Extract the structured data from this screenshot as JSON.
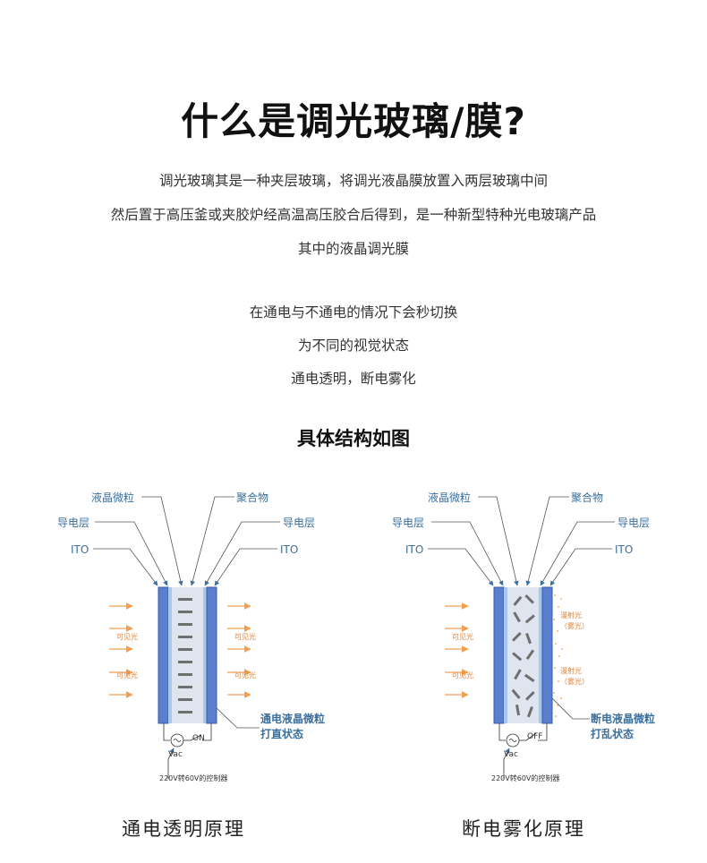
{
  "title": "什么是调光玻璃/膜?",
  "intro_lines": [
    "调光玻璃其是一种夹层玻璃，将调光液晶膜放置入两层玻璃中间",
    "然后置于高压釜或夹胶炉经高温高压胶合后得到，是一种新型特种光电玻璃产品",
    "其中的液晶调光膜"
  ],
  "state_lines": [
    "在通电与不通电的情况下会秒切换",
    "为不同的视觉状态",
    "通电透明，断电雾化"
  ],
  "subtitle": "具体结构如图",
  "diagram_left": {
    "label_liquid_crystal": "液晶微粒",
    "label_polymer": "聚合物",
    "label_conductive_left": "导电层",
    "label_conductive_right": "导电层",
    "label_ito_left": "ITO",
    "label_ito_right": "ITO",
    "visible_light_in_1": "可见光",
    "visible_light_in_2": "可见光",
    "visible_light_out_1": "可见光",
    "visible_light_out_2": "可见光",
    "state_line1": "通电液晶微粒",
    "state_line2": "打直状态",
    "switch": "ON",
    "power": "Vac",
    "controller": "220V转60V的控制器",
    "caption": "通电透明原理"
  },
  "diagram_right": {
    "label_liquid_crystal": "液晶微粒",
    "label_polymer": "聚合物",
    "label_conductive_left": "导电层",
    "label_conductive_right": "导电层",
    "label_ito_left": "ITO",
    "label_ito_right": "ITO",
    "visible_light_in_1": "可见光",
    "visible_light_in_2": "可见光",
    "scatter_1_line1": "漫射光",
    "scatter_1_line2": "（雾光）",
    "scatter_2_line1": "漫射光",
    "scatter_2_line2": "（雾光）",
    "state_line1": "断电液晶微粒",
    "state_line2": "打乱状态",
    "switch": "OFF",
    "power": "Vac",
    "controller": "220V转60V的控制器",
    "caption": "断电雾化原理"
  },
  "colors": {
    "glass": "#5b7fcf",
    "glass_edge": "#3b5ca8",
    "film": "#dfe4ee",
    "conductive": "#a8c8ea",
    "particle": "#6f6f6f",
    "arrow": "#f0a050",
    "label": "#3a6f9e"
  }
}
